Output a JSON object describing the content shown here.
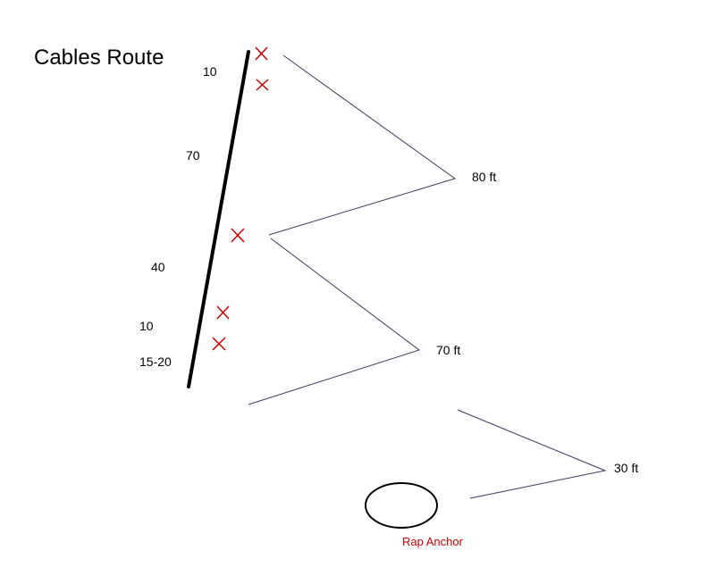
{
  "title": "Cables Route",
  "pitch_labels": [
    "10",
    "70",
    "40",
    "10",
    "15-20"
  ],
  "rappel_labels": [
    "80 ft",
    "70 ft",
    "30 ft"
  ],
  "anchor_label": "Rap Anchor",
  "colors": {
    "route": "#000000",
    "rappel_line": "#3a3a5a",
    "marker": "#cc0000",
    "anchor_label": "#cc0000",
    "anchor_outline": "#000000"
  }
}
